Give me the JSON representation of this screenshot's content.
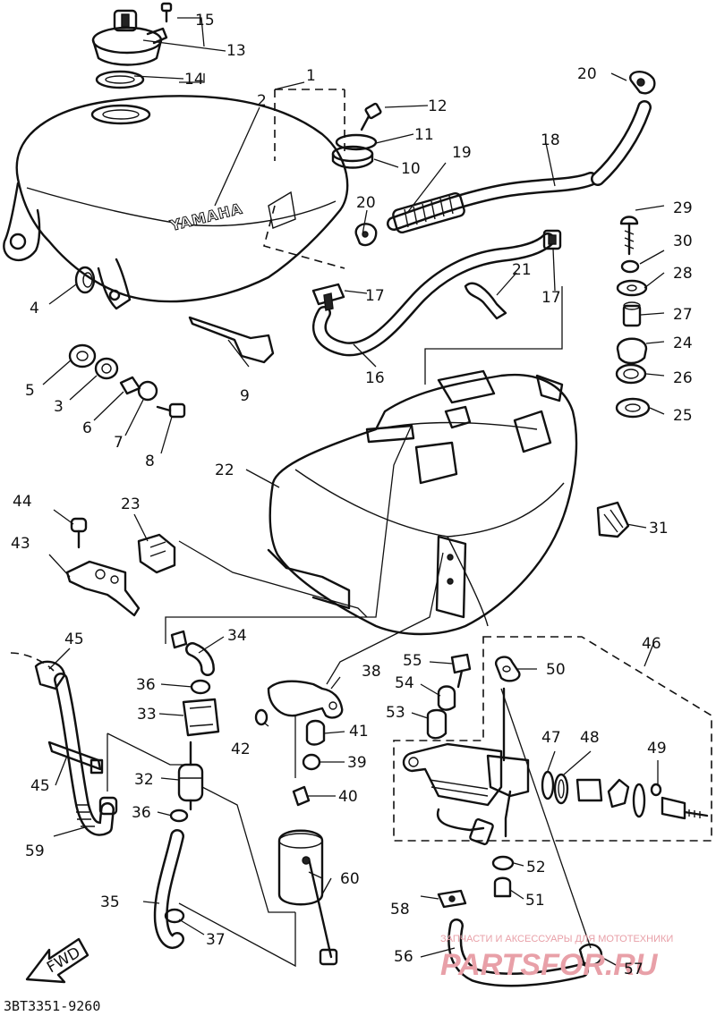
{
  "diagram": {
    "brand_text": "YAMAHA",
    "fwd_text": "FWD",
    "code": "3BT3351-9260",
    "watermark_small": "ЗАПЧАСТИ И АКСЕССУАРЫ ДЛЯ МОТОТЕХНИКИ",
    "watermark_big": "PARTSFOR.RU",
    "labels": {
      "l1": "1",
      "l2": "2",
      "l3": "3",
      "l4": "4",
      "l5": "5",
      "l6": "6",
      "l7": "7",
      "l8": "8",
      "l9": "9",
      "l10": "10",
      "l11": "11",
      "l12": "12",
      "l13": "13",
      "l14": "14",
      "l15": "15",
      "l16": "16",
      "l17a": "17",
      "l17b": "17",
      "l18": "18",
      "l19": "19",
      "l20a": "20",
      "l20b": "20",
      "l21": "21",
      "l22": "22",
      "l23": "23",
      "l24": "24",
      "l25": "25",
      "l26": "26",
      "l27": "27",
      "l28": "28",
      "l29": "29",
      "l30": "30",
      "l31": "31",
      "l32": "32",
      "l33": "33",
      "l34": "34",
      "l35": "35",
      "l36a": "36",
      "l36b": "36",
      "l37": "37",
      "l38": "38",
      "l39": "39",
      "l40": "40",
      "l41": "41",
      "l42": "42",
      "l43": "43",
      "l44": "44",
      "l45a": "45",
      "l45b": "45",
      "l46": "46",
      "l47": "47",
      "l48": "48",
      "l49": "49",
      "l50": "50",
      "l51": "51",
      "l52": "52",
      "l53": "53",
      "l54": "54",
      "l55": "55",
      "l56": "56",
      "l57": "57",
      "l58": "58",
      "l59": "59",
      "l60": "60"
    }
  }
}
